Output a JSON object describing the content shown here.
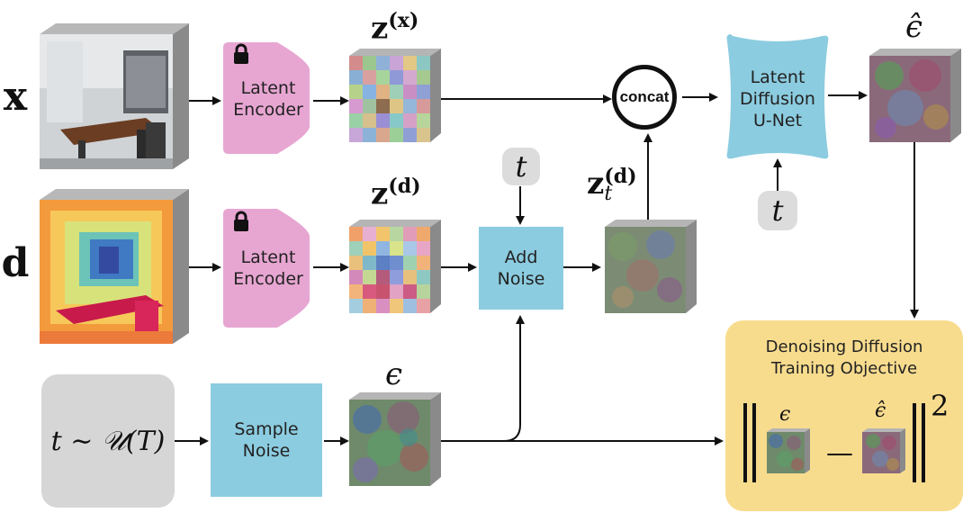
{
  "inputs": {
    "x_symbol": "x",
    "d_symbol": "d",
    "t_sample": "t ∼ 𝒰(T)"
  },
  "encoders": {
    "rgb": {
      "line1": "Latent",
      "line2": "Encoder"
    },
    "depth": {
      "line1": "Latent",
      "line2": "Encoder"
    }
  },
  "latents": {
    "z_x": {
      "base": "z",
      "sup": "(x)"
    },
    "z_d": {
      "base": "z",
      "sup": "(d)"
    },
    "z_t_d": {
      "base": "z",
      "sub": "t",
      "sup": "(d)"
    },
    "epsilon": "ϵ",
    "epsilon_hat": "ϵ̂"
  },
  "nodes": {
    "concat": "concat",
    "add_noise": {
      "line1": "Add",
      "line2": "Noise"
    },
    "sample_noise": {
      "line1": "Sample",
      "line2": "Noise"
    },
    "unet": {
      "line1": "Latent",
      "line2": "Diffusion",
      "line3": "U-Net"
    },
    "t_top": "t",
    "t_unet": "t"
  },
  "objective": {
    "title_line1": "Denoising Diffusion",
    "title_line2": "Training Objective",
    "eps": "ϵ",
    "eps_hat": "ϵ̂",
    "minus": "—",
    "exponent": "2"
  },
  "colors": {
    "encoder_pink": "#e7a6d2",
    "box_blue": "#8ccce0",
    "unet_blue": "#8ccce0",
    "t_gray": "#dcdcdc",
    "sample_gray": "#d6d6d6",
    "objective_yellow": "#f8dc8e"
  }
}
